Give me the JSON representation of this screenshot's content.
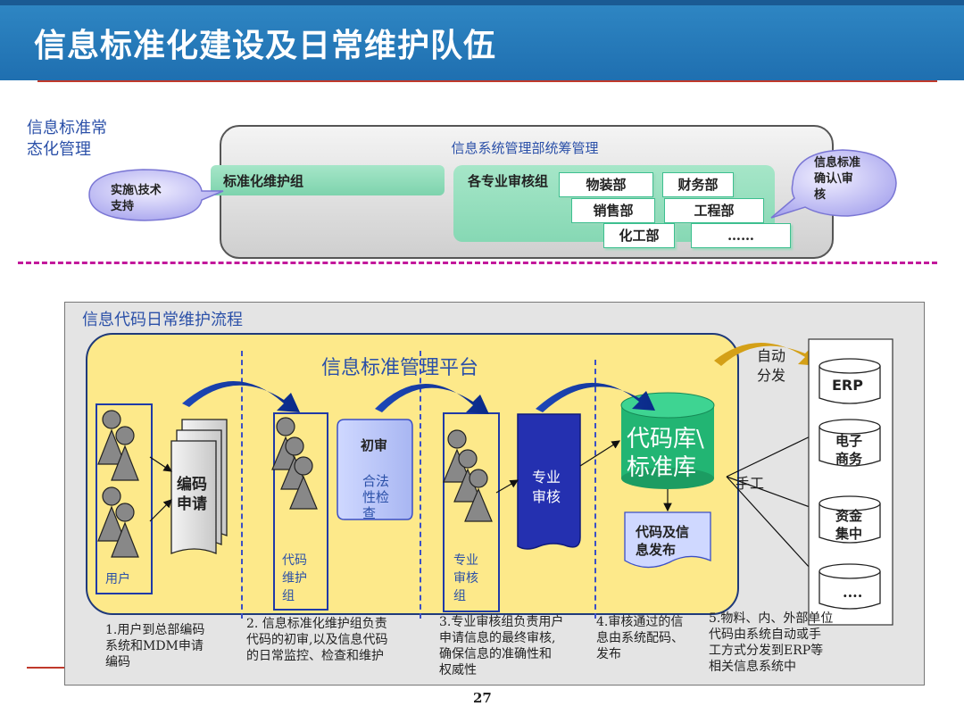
{
  "title": "信息标准化建设及日常维护队伍",
  "top": {
    "side_label": "信息标准常\n态化管理",
    "outer_box_label": "信息系统管理部统筹管理",
    "maint_group": "标准化维护组",
    "review_group": "各专业审核组",
    "departments": [
      "物装部",
      "财务部",
      "销售部",
      "工程部",
      "化工部",
      "……"
    ],
    "left_callout": "实施\\技术\n支持",
    "right_callout": "信息标准\n确认\\审\n核"
  },
  "process": {
    "frame_title": "信息代码日常维护流程",
    "platform_title": "信息标准管理平台",
    "user_label": "用户",
    "code_request": "编码\n申请",
    "maint_group_label": "代码\n维护\n组",
    "initial_review": "初审",
    "legality_check": "合法\n性检\n查",
    "pro_review_group": "专业\n审核\n组",
    "pro_review": "专业\n审核",
    "code_library": "代码库\\\n标准库",
    "publish": "代码及信\n息发布",
    "auto_dist": "自动\n分发",
    "manual": "手工",
    "systems": [
      "ERP",
      "电子\n商务",
      "资金\n集中",
      "...."
    ],
    "steps": [
      "1.用户到总部编码\n系统和MDM申请\n编码",
      "2. 信息标准化维护组负责\n代码的初审,以及信息代码\n的日常监控、检查和维护",
      "3.专业审核组负责用户\n申请信息的最终审核,\n确保信息的准确性和\n权威性",
      "4.审核通过的信\n息由系统配码、\n发布",
      "5.物料、内、外部单位\n代码由系统自动或手\n工方式分发到ERP等\n相关信息系统中"
    ]
  },
  "page_number": "27",
  "colors": {
    "title_bar": "#2f87c4",
    "platform": "#fde98a",
    "library": "#22b573",
    "accent_blue": "#2b50a8"
  }
}
